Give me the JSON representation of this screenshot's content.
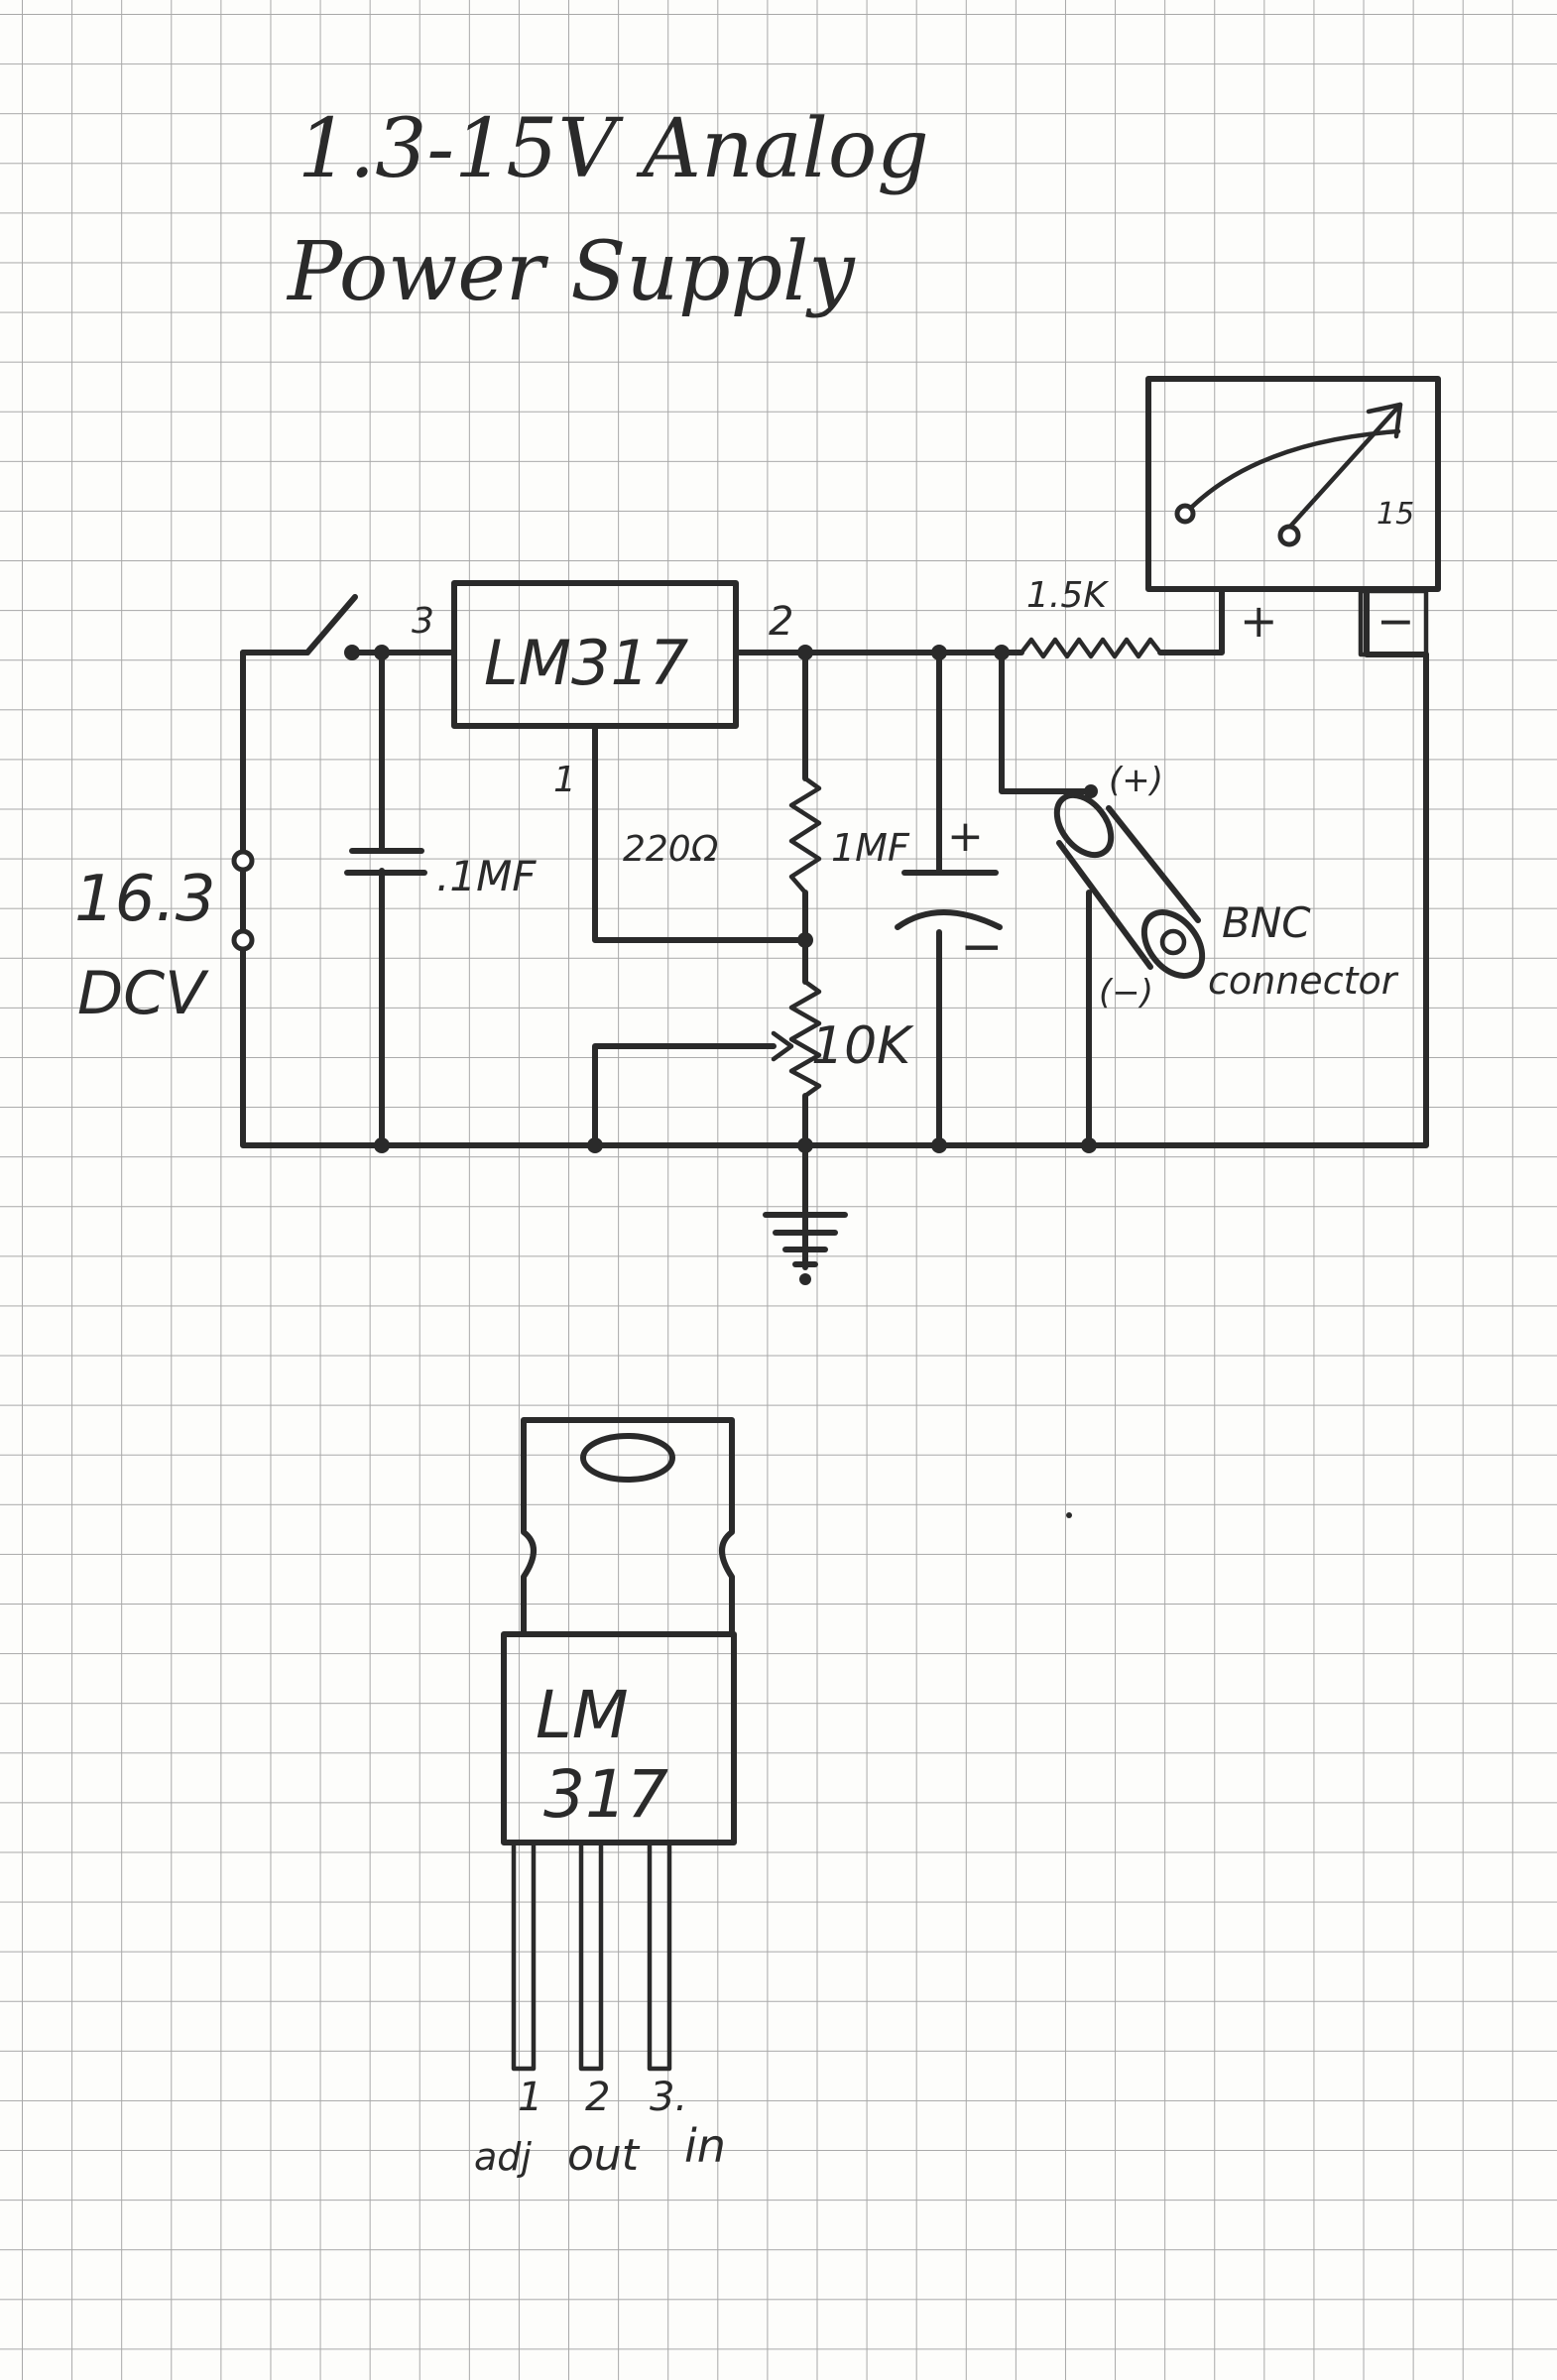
{
  "title": {
    "line1": "1.3-15V Analog",
    "line2": "Power Supply"
  },
  "schematic": {
    "regulator_label": "LM317",
    "pin_in": "3",
    "pin_out": "2",
    "pin_adj": "1",
    "input_voltage": "16.3",
    "input_unit": "DCV",
    "cap_input": ".1MF",
    "resistor_r1": "220Ω",
    "cap_output": "1MF",
    "cap_output_polarity_plus": "+",
    "cap_output_polarity_minus": "−",
    "pot": "10K",
    "meter_resistor": "1.5K",
    "meter_plus": "+",
    "meter_minus": "−",
    "meter_scale_max": "15",
    "bnc_plus": "(+)",
    "bnc_minus": "(−)",
    "bnc_label_1": "BNC",
    "bnc_label_2": "connector"
  },
  "pinout": {
    "label_line1": "LM",
    "label_line2": "317",
    "pins": [
      {
        "number": "1",
        "function": "adj"
      },
      {
        "number": "2",
        "function": "out"
      },
      {
        "number": "3.",
        "function": "in"
      }
    ]
  }
}
